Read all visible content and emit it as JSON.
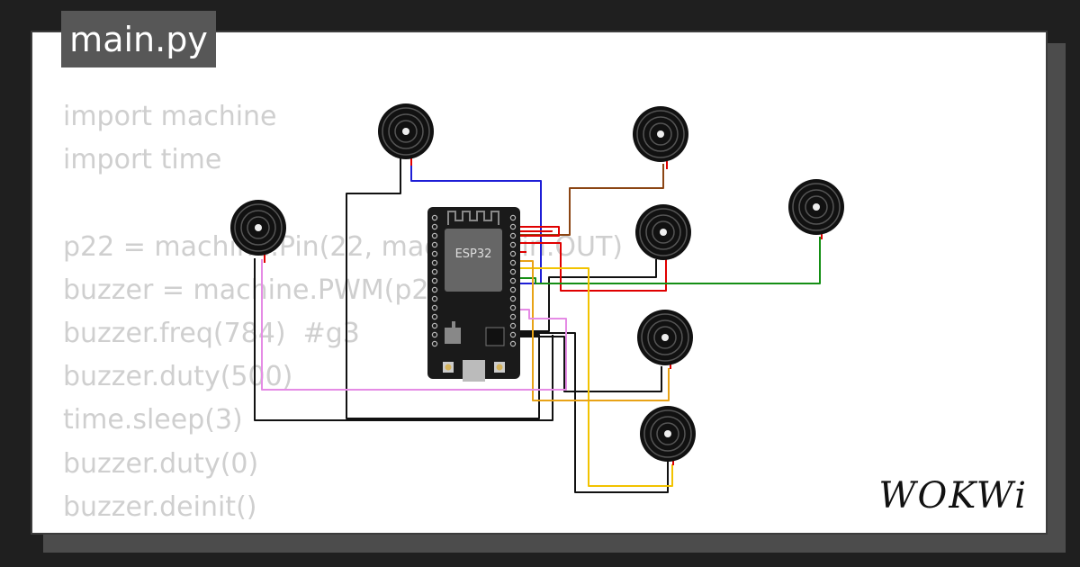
{
  "editor": {
    "file_tab": "main.py",
    "code_lines": [
      "import machine",
      "import time",
      "",
      "p22 = machine.Pin(22, machine.Pin.OUT)",
      "buzzer = machine.PWM(p22)",
      "buzzer.freq(784)  #g3",
      "buzzer.duty(500)",
      "time.sleep(3)",
      "buzzer.duty(0)",
      "buzzer.deinit()"
    ]
  },
  "board": {
    "label": "ESP32"
  },
  "brand": {
    "logo": "WOKWi"
  },
  "colors": {
    "background": "#1f1f1f",
    "card": "#ffffff",
    "code_text": "#cfcfcf",
    "wire_blue": "#1e1ed6",
    "wire_red": "#e00000",
    "wire_brown": "#8b4513",
    "wire_green": "#158f15",
    "wire_yellow": "#f2c300",
    "wire_orange": "#e8a317",
    "wire_pink": "#e58be5",
    "wire_black": "#111111"
  }
}
